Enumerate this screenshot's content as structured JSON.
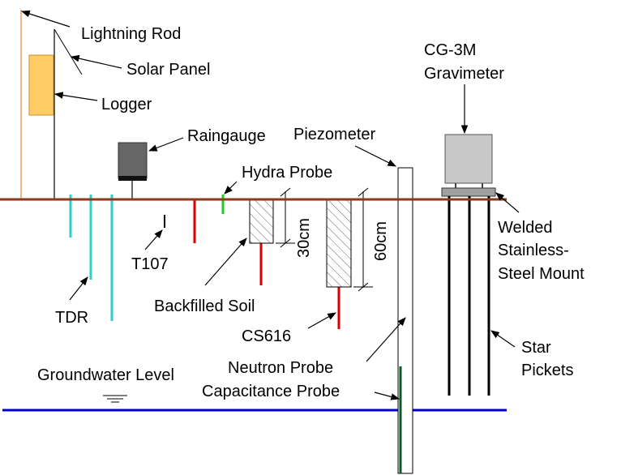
{
  "labels": {
    "lightning_rod": "Lightning Rod",
    "solar_panel": "Solar Panel",
    "logger": "Logger",
    "raingauge": "Raingauge",
    "piezometer": "Piezometer",
    "hydra_probe": "Hydra Probe",
    "gravimeter_line1": "CG-3M",
    "gravimeter_line2": "Gravimeter",
    "mount_line1": "Welded",
    "mount_line2": "Stainless-",
    "mount_line3": "Steel Mount",
    "t107": "T107",
    "depth_30": "30cm",
    "depth_60": "60cm",
    "backfilled_soil": "Backfilled Soil",
    "tdr": "TDR",
    "cs616": "CS616",
    "neutron_probe": "Neutron Probe",
    "capacitance_probe": "Capacitance Probe",
    "groundwater_level": "Groundwater Level",
    "star_line1": "Star",
    "star_line2": "Pickets"
  },
  "colors": {
    "ground_surface": "#8B3A1A",
    "groundwater": "#0000CC",
    "lightning_rod": "#E8A060",
    "logger_fill": "#FFCC66",
    "logger_stroke": "#C89030",
    "tdr": "#33CCCC",
    "cs616": "#DD0000",
    "hydra_probe": "#22CC22",
    "raingauge_body": "#666666",
    "gravimeter_body": "#C8C8C8",
    "mount": "#A0A0A0",
    "capacitance_probe": "#0B5A2A"
  }
}
